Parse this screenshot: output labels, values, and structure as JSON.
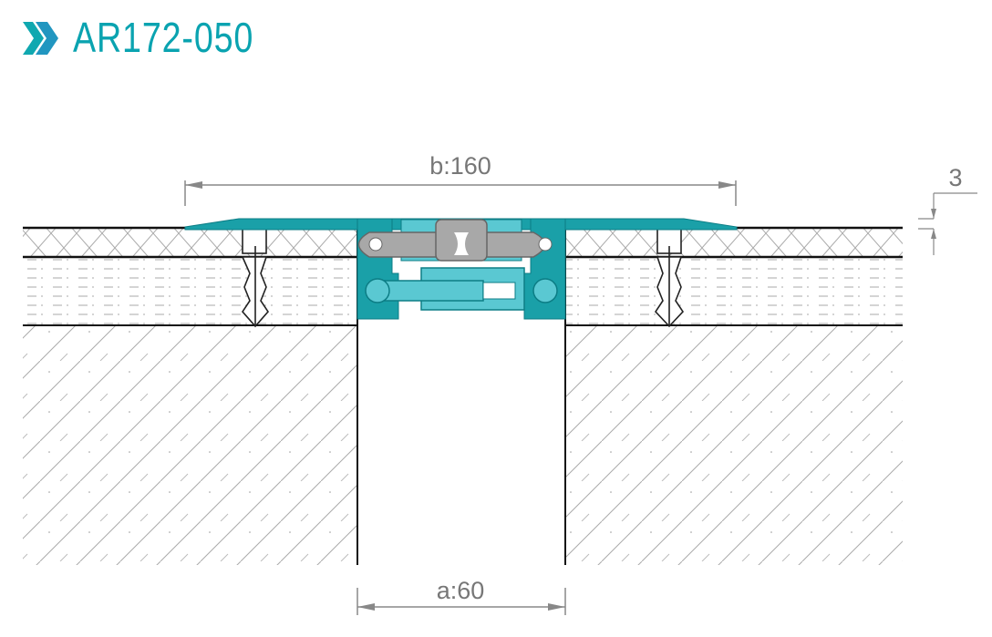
{
  "title": "AR172-050",
  "dimensions": {
    "b": "b:160",
    "a": "a:60",
    "thickness": "3"
  },
  "colors": {
    "accent": "#0aa3b0",
    "profile_dark": "#1aa0a8",
    "profile_light": "#5ac8d2",
    "insert": "#a8a8a8",
    "chevron_left": "#10a8b0",
    "chevron_right": "#2196c0"
  }
}
